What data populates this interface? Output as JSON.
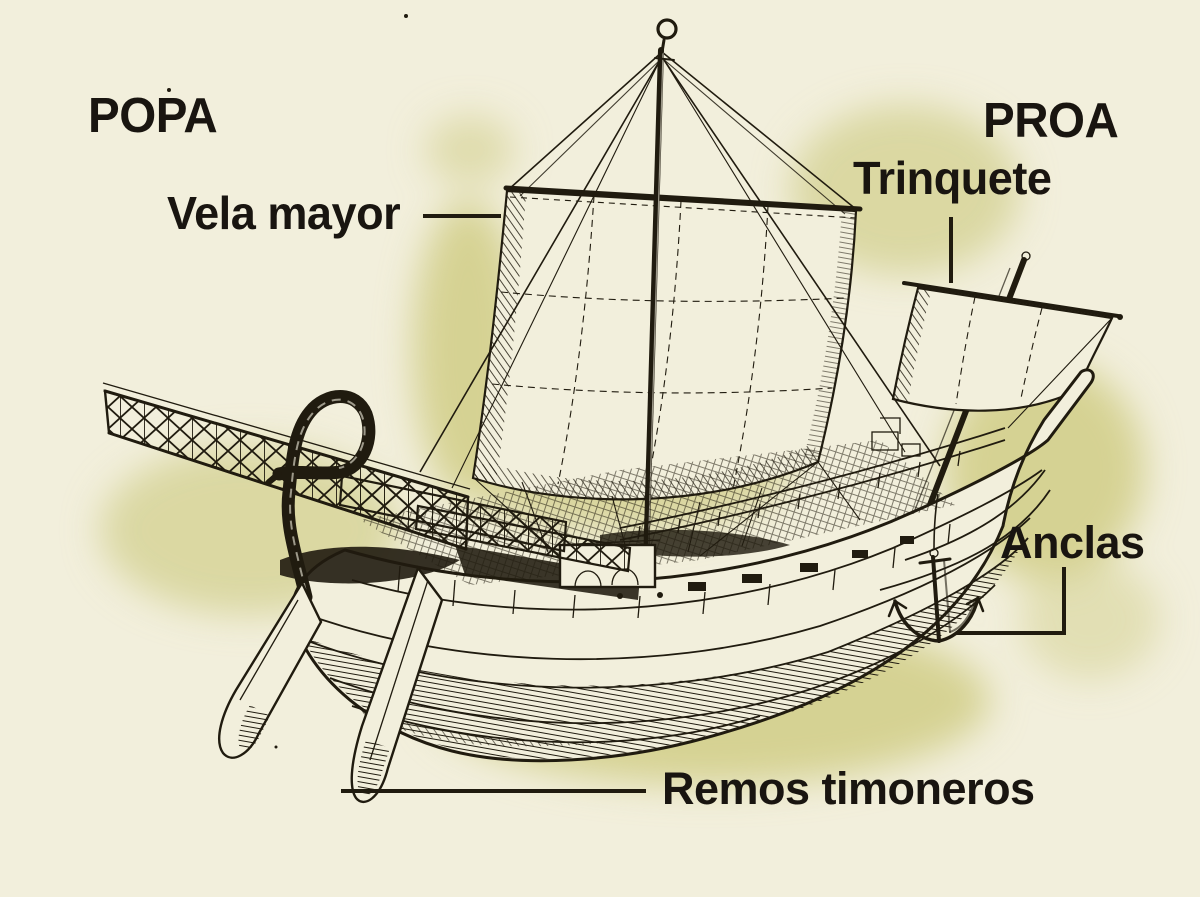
{
  "labels": {
    "popa": "POPA",
    "proa": "PROA",
    "vela_mayor": "Vela mayor",
    "trinquete": "Trinquete",
    "anclas": "Anclas",
    "remos_timoneros": "Remos timoneros"
  },
  "colors": {
    "background": "#f2efdc",
    "tint": "#d5d293",
    "ink": "#201b0f",
    "text": "#191510"
  },
  "illustration_parts": [
    "stern-gallery",
    "swan-neck-ornament",
    "main-mast",
    "main-yard",
    "main-sail",
    "fore-mast",
    "fore-sail",
    "hull",
    "steering-oars",
    "anchor",
    "rigging"
  ]
}
